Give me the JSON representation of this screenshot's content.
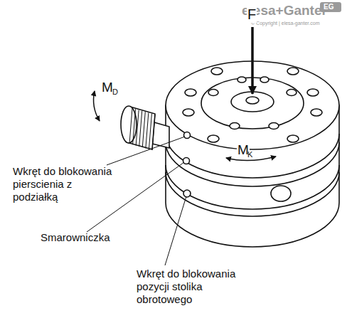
{
  "diagram": {
    "labels": [
      "elesa+Ganter",
      "EG",
      "© Copyright | elesa-ganter.com",
      "F",
      "M",
      "D",
      "M",
      "K",
      "Wkręt do blokowania pierscienia z podziałką",
      "Smarowniczka",
      "Wkręt do blokowania pozycji stolika obrotowego"
    ]
  }
}
